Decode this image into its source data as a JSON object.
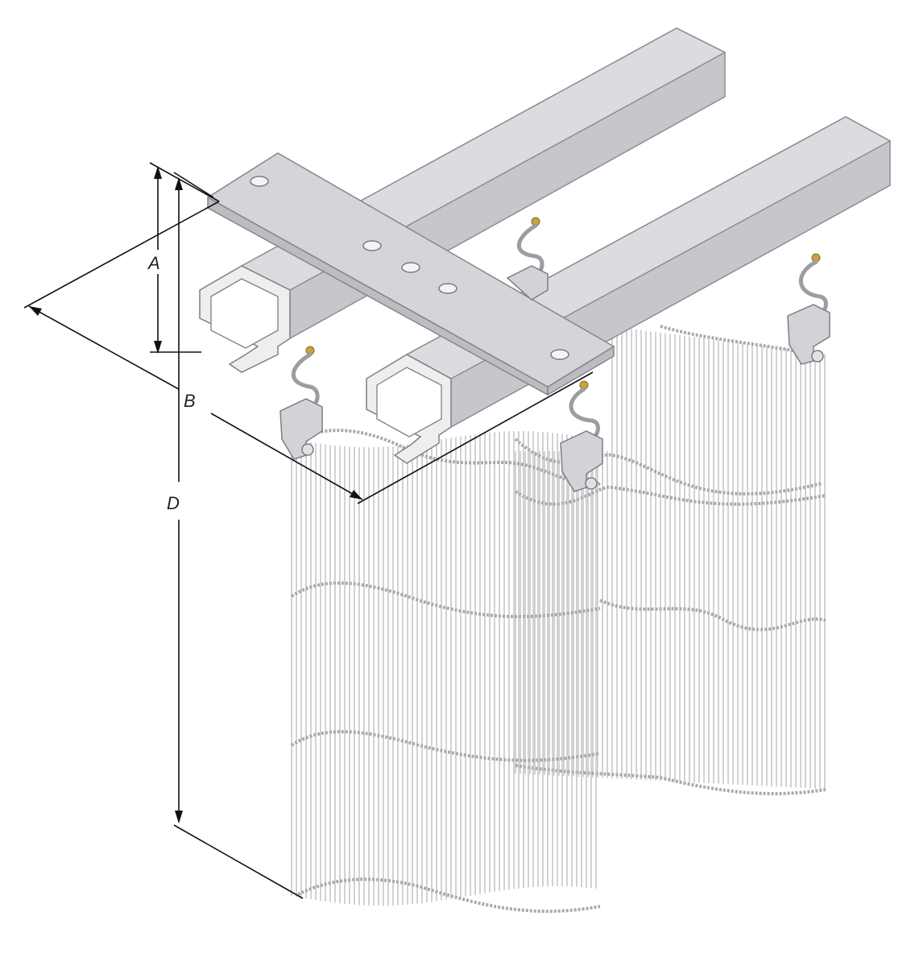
{
  "dimensions": {
    "a_label": "A",
    "b_label": "B",
    "d_label": "D"
  },
  "colors": {
    "metal_light": "#dcdce0",
    "metal_mid": "#c6c6cc",
    "metal_dark": "#8d8d93",
    "mesh": "#b9b9bd",
    "pin": "#c9a243"
  }
}
